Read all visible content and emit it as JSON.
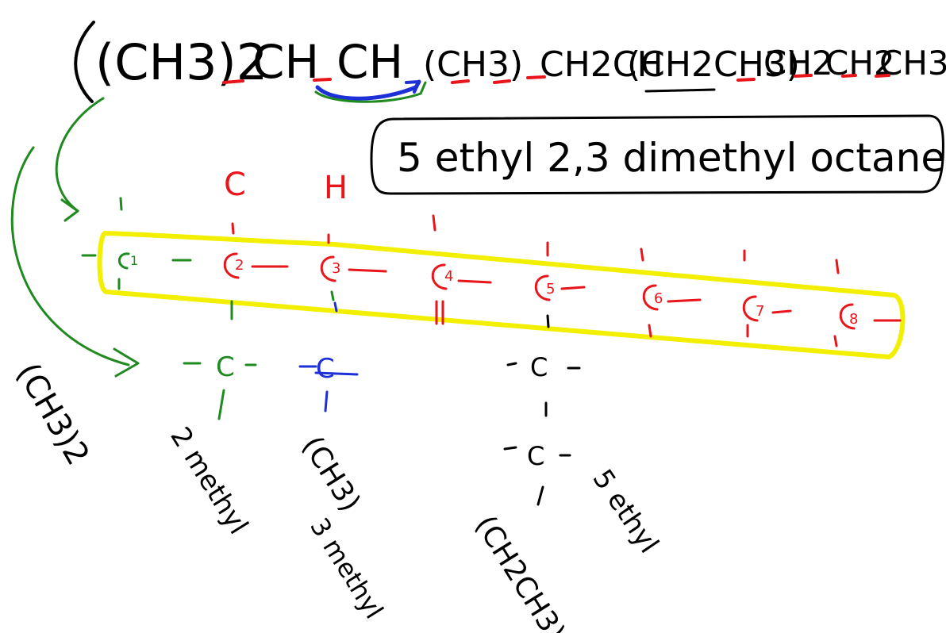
{
  "colors": {
    "ink": "#000000",
    "red": "#e8161b",
    "green": "#1f8a1f",
    "blue": "#1d2fd6",
    "highlight": "#f2f000"
  },
  "formula": {
    "g1": "(CH3)2",
    "g2": "CH",
    "g3": "CH",
    "g4": "(CH3)",
    "g5": "CH2CH",
    "g6": "(CH2CH3)",
    "g7": "CH2",
    "g8": "CH2",
    "g9": "CH3"
  },
  "name_box": {
    "text": "5 ethyl 2,3 dimethyl  octane"
  },
  "above_chain": {
    "c_label": "C",
    "h_label": "H"
  },
  "chain": {
    "carbon_numbers": [
      "1",
      "2",
      "3",
      "4",
      "5",
      "6",
      "7",
      "8"
    ]
  },
  "substituents": {
    "c_glyph": "C",
    "left_group": "(CH3)2",
    "methyl3_group": "(CH3)",
    "ethyl_group": "(CH2CH3)",
    "label_2methyl": "2 methyl",
    "label_3methyl": "3 methyl",
    "label_5ethyl": "5 ethyl"
  }
}
